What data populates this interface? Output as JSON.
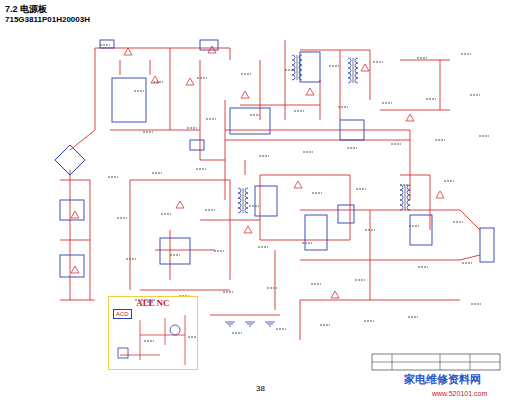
{
  "diagram": {
    "title": "7.2 电源板",
    "nodes": [
      {
        "text": [
          "ALL NC"
        ]
      },
      {
        "text": [
          "ACD"
        ],
        "in": 0
      }
    ],
    "labels": [
      "715G3811P01H20003H",
      "38",
      "家电维修资料网",
      "www.520101.com"
    ]
  }
}
